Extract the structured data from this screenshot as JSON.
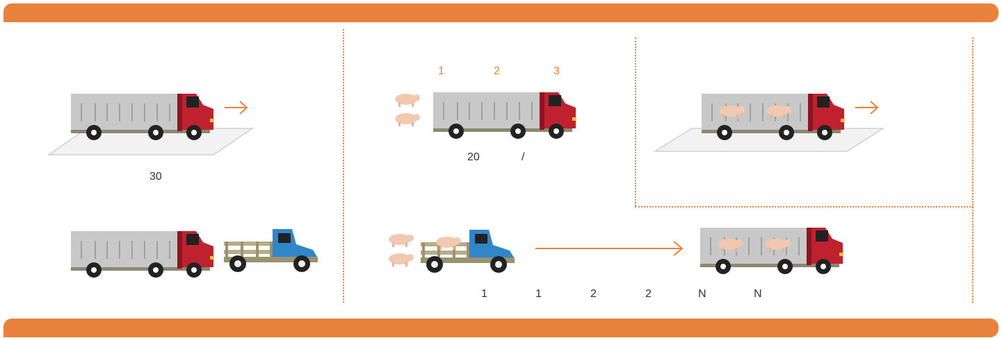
{
  "colors": {
    "accent": "#e8823d",
    "truck_body": "#c8c8c8",
    "truck_cab": "#c0212f",
    "pickup_cab": "#2f86c8",
    "pig": "#f2c9b0"
  },
  "panel_left": {
    "scale_value": "30"
  },
  "panel_middle": {
    "steps": [
      "1",
      "2",
      "3"
    ],
    "count_value": "20",
    "count_separator": "/"
  },
  "panel_bottom": {
    "sequence": [
      "1",
      "1",
      "2",
      "2",
      "N",
      "N"
    ]
  }
}
